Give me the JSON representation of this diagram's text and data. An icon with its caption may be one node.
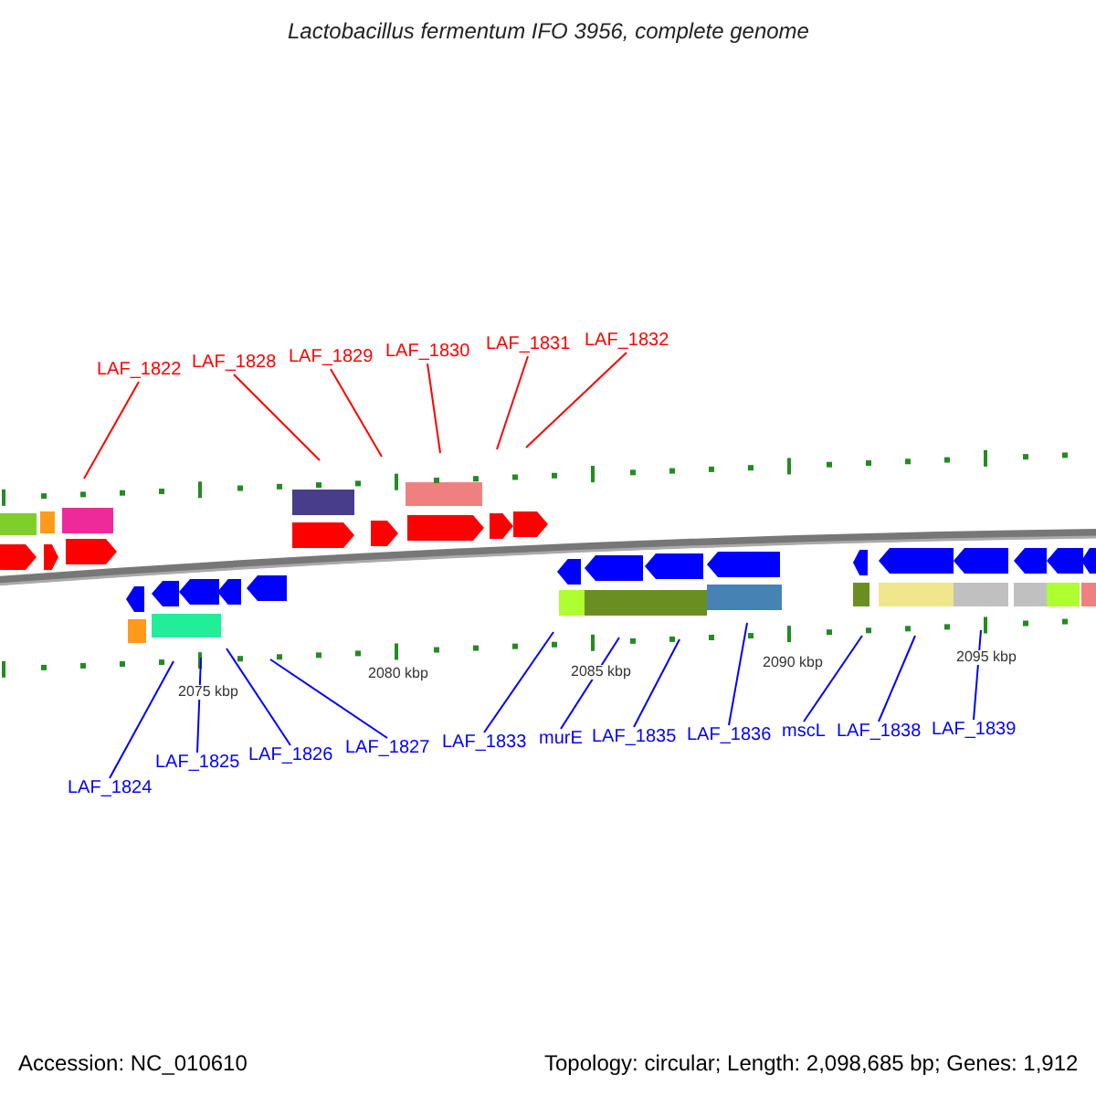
{
  "diagram": {
    "title": "Lactobacillus fermentum IFO 3956, complete genome",
    "nodes": [
      {
        "text": [
          "LAF_1822"
        ]
      },
      {
        "text": [
          "LAF_1828"
        ]
      },
      {
        "text": [
          "LAF_1829"
        ]
      },
      {
        "text": [
          "LAF_1830"
        ]
      },
      {
        "text": [
          "LAF_1831"
        ]
      },
      {
        "text": [
          "LAF_1832"
        ]
      },
      {
        "text": [
          "LAF_1824"
        ]
      },
      {
        "text": [
          "LAF_1825"
        ]
      },
      {
        "text": [
          "LAF_1826"
        ]
      },
      {
        "text": [
          "LAF_1827"
        ]
      },
      {
        "text": [
          "LAF_1833"
        ]
      },
      {
        "text": [
          "murE"
        ]
      },
      {
        "text": [
          "LAF_1835"
        ]
      },
      {
        "text": [
          "LAF_1836"
        ]
      },
      {
        "text": [
          "mscL"
        ]
      },
      {
        "text": [
          "LAF_1838"
        ]
      },
      {
        "text": [
          "LAF_1839"
        ]
      }
    ],
    "edges": [
      {
        "from": 0,
        "to": null,
        "arrow": "none",
        "color": "#ff0000"
      },
      {
        "from": 1,
        "to": null,
        "arrow": "none",
        "color": "#ff0000"
      },
      {
        "from": 2,
        "to": null,
        "arrow": "none",
        "color": "#ff0000"
      },
      {
        "from": 3,
        "to": null,
        "arrow": "none",
        "color": "#ff0000"
      },
      {
        "from": 4,
        "to": null,
        "arrow": "none",
        "color": "#ff0000"
      },
      {
        "from": 5,
        "to": null,
        "arrow": "none",
        "color": "#ff0000"
      },
      {
        "from": 6,
        "to": null,
        "arrow": "none"
      },
      {
        "from": 7,
        "to": null,
        "arrow": "none"
      },
      {
        "from": 8,
        "to": null,
        "arrow": "none"
      },
      {
        "from": 9,
        "to": null,
        "arrow": "none"
      },
      {
        "from": 10,
        "to": null,
        "arrow": "none"
      },
      {
        "from": 11,
        "to": null,
        "arrow": "none"
      },
      {
        "from": 12,
        "to": null,
        "arrow": "none"
      },
      {
        "from": 13,
        "to": null,
        "arrow": "none"
      },
      {
        "from": 14,
        "to": null,
        "arrow": "none"
      },
      {
        "from": 15,
        "to": null,
        "arrow": "none"
      },
      {
        "from": 16,
        "to": null,
        "arrow": "none"
      }
    ],
    "labels": [
      "2075 kbp",
      "2080 kbp",
      "2085 kbp",
      "2090 kbp",
      "2095 kbp",
      "Accession: NC_010610",
      "Topology: circular; Length: 2,098,685 bp; Genes: 1,912"
    ]
  }
}
